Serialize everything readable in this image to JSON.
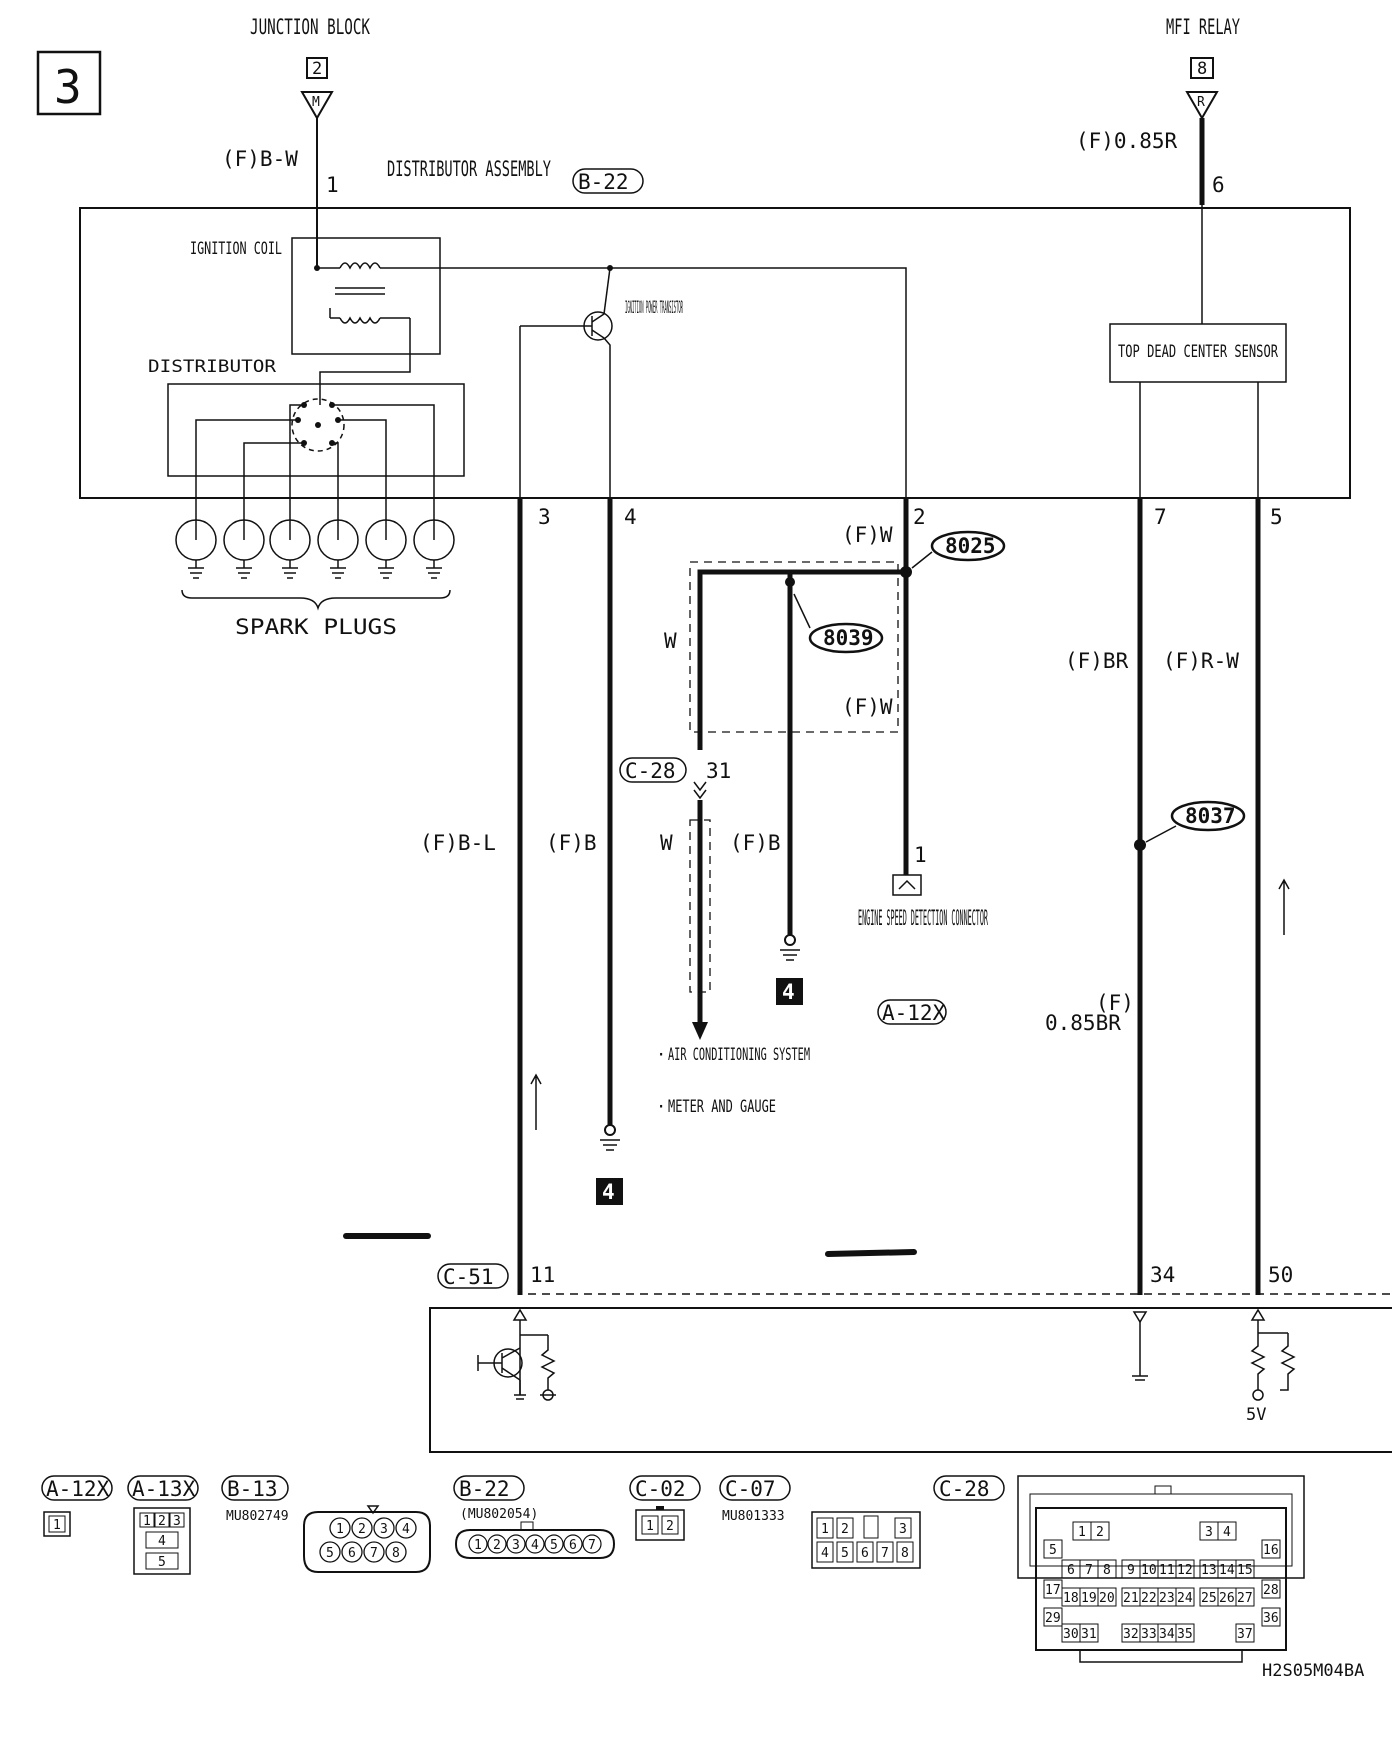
{
  "page": {
    "section_number": "3",
    "drawing_code": "H2S05M04BA"
  },
  "top": {
    "junction_block": {
      "title": "JUNCTION BLOCK",
      "connector": "2",
      "terminal": "M"
    },
    "mfi_relay": {
      "title": "MFI RELAY",
      "connector": "8",
      "terminal": "R"
    }
  },
  "distributor_assembly": {
    "title": "DISTRIBUTOR ASSEMBLY",
    "connector_id": "B-22",
    "ignition_coil_label": "IGNITION COIL",
    "distributor_label": "DISTRIBUTOR",
    "power_transistor_label": "IGNITION POWER TRANSISTOR",
    "tdc_sensor_label": "TOP DEAD CENTER SENSOR",
    "spark_plugs_label": "SPARK PLUGS"
  },
  "wires": {
    "junction_in": {
      "color": "(F)B-W",
      "pin": "1"
    },
    "relay_in": {
      "color": "(F)0.85R",
      "pin": "6"
    },
    "pin3": {
      "pin": "3",
      "color": "(F)B-L"
    },
    "pin4": {
      "pin": "4",
      "color": "(F)B"
    },
    "pin2": {
      "pin": "2",
      "color_top": "(F)W",
      "color_mid": "(F)W"
    },
    "pin7": {
      "pin": "7",
      "color_top": "(F)BR",
      "color_low": "(F)",
      "color_low2": "0.85BR"
    },
    "pin5": {
      "pin": "5",
      "color": "(F)R-W"
    },
    "branch_w": {
      "color": "W"
    },
    "branch_w2": {
      "color": "W"
    },
    "ground_b": {
      "color": "(F)B"
    }
  },
  "splices": {
    "s8025": "8025",
    "s8039": "8039",
    "s8037": "8037"
  },
  "connectors": {
    "c28_mid": {
      "id": "C-28",
      "pin": "31"
    },
    "a12x_mid": {
      "id": "A-12X",
      "pin": "1"
    },
    "c51": {
      "id": "C-51"
    },
    "ecu_pins": {
      "p11": "11",
      "p34": "34",
      "p50": "50"
    }
  },
  "engine_speed_connector": "ENGINE SPEED DETECTION CONNECTOR",
  "ground_marker": "4",
  "destinations": {
    "item1": "AIR CONDITIONING SYSTEM",
    "item2": "METER AND GAUGE"
  },
  "ecu": {
    "voltage": "5V"
  },
  "legend": {
    "a12x": {
      "id": "A-12X",
      "pins": [
        "1"
      ]
    },
    "a13x": {
      "id": "A-13X",
      "pins": [
        "1",
        "2",
        "3",
        "4",
        "5"
      ]
    },
    "b13": {
      "id": "B-13",
      "part": "MU802749",
      "pins": [
        "1",
        "2",
        "3",
        "4",
        "5",
        "6",
        "7",
        "8"
      ]
    },
    "b22": {
      "id": "B-22",
      "part": "(MU802054)",
      "pins": [
        "1",
        "2",
        "3",
        "4",
        "5",
        "6",
        "7"
      ]
    },
    "c02": {
      "id": "C-02",
      "pins": [
        "1",
        "2"
      ]
    },
    "c07": {
      "id": "C-07",
      "part": "MU801333",
      "pins": [
        "1",
        "2",
        "3",
        "4",
        "5",
        "6",
        "7",
        "8"
      ]
    },
    "c28": {
      "id": "C-28",
      "pins": [
        "1",
        "2",
        "3",
        "4",
        "5",
        "6",
        "7",
        "8",
        "9",
        "10",
        "11",
        "12",
        "13",
        "14",
        "15",
        "16",
        "17",
        "18",
        "19",
        "20",
        "21",
        "22",
        "23",
        "24",
        "25",
        "26",
        "27",
        "28",
        "29",
        "30",
        "31",
        "32",
        "33",
        "34",
        "35",
        "36",
        "37"
      ]
    }
  }
}
